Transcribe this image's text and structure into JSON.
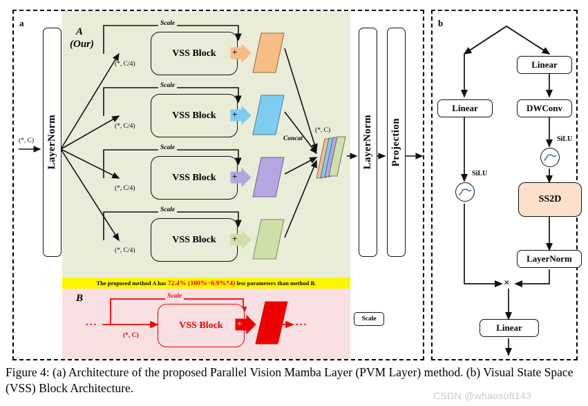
{
  "figure": {
    "caption": "Figure 4: (a) Architecture of the proposed Parallel Vision Mamba Layer (PVM Layer) method. (b) Visual State Space (VSS) Block Architecture.",
    "watermark": "CSDN @whaosoft143"
  },
  "panel_a": {
    "letter": "a",
    "method_label_line1": "A",
    "method_label_line2": "(Our)",
    "input_label": "(*, C)",
    "layernorm_in": "LayerNorm",
    "layernorm_out": "LayerNorm",
    "projection": "Projection",
    "concat_label": "Concat",
    "concat_output_label": "(*, C)",
    "branches": [
      {
        "scale_label": "Scale",
        "block_label": "VSS Block",
        "in_label": "(*, C/4)",
        "plus": "+",
        "color": "#f7bd86",
        "arrow_color": "#f7bd86"
      },
      {
        "scale_label": "Scale",
        "block_label": "VSS Block",
        "in_label": "(*, C/4)",
        "plus": "+",
        "color": "#7ecdf0",
        "arrow_color": "#7ecdf0"
      },
      {
        "scale_label": "Scale",
        "block_label": "VSS Block",
        "in_label": "(*, C/4)",
        "plus": "+",
        "color": "#b6a6e0",
        "arrow_color": "#b6a6e0"
      },
      {
        "scale_label": "Scale",
        "block_label": "VSS Block",
        "in_label": "(*, C/4)",
        "plus": "+",
        "color": "#cfdfa8",
        "arrow_color": "#cfdfa8"
      }
    ],
    "banner": {
      "text_before": "The proposed method A has",
      "highlight": "72.4% (100%−6.9%*4)",
      "text_after": "less parameters than method B.",
      "background_color": "#fdf500",
      "highlight_color": "#e8000b"
    },
    "method_b": {
      "letter": "B",
      "scale_label": "Scale",
      "block_label": "VSS Block",
      "in_label": "(*, C)",
      "plus": "+",
      "left_ellipsis": "...",
      "right_ellipsis": "...",
      "color": "#ee0000"
    },
    "scale_legend": "Scale"
  },
  "panel_b": {
    "letter": "b",
    "linear_right": "Linear",
    "linear_left": "Linear",
    "dwconv": "DWConv",
    "silu_left": "SiLU",
    "silu_right": "SiLU",
    "ss2d": "SS2D",
    "layernorm": "LayerNorm",
    "multiply": "×",
    "linear_out": "Linear"
  }
}
